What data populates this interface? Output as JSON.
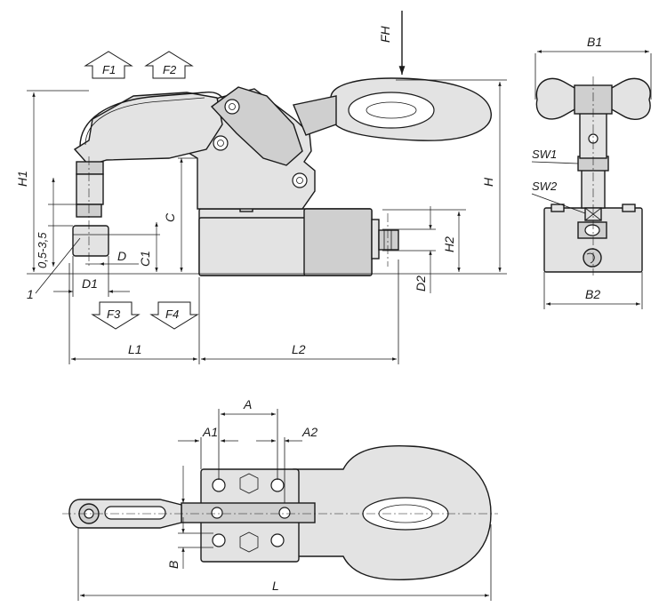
{
  "labels": {
    "force_arrows": {
      "f1": "F1",
      "f2": "F2",
      "f3": "F3",
      "f4": "F4"
    },
    "holding_force": "FH",
    "dimensions": {
      "h1": "H1",
      "h": "H",
      "h2": "H2",
      "c": "C",
      "c1": "C1",
      "d": "D",
      "d1": "D1",
      "d2": "D2",
      "stroke_range": "0,5-3,5",
      "l1": "L1",
      "l2": "L2",
      "l": "L",
      "b1": "B1",
      "b2": "B2",
      "b": "B",
      "a": "A",
      "a1": "A1",
      "a2": "A2",
      "sw1": "SW1",
      "sw2": "SW2"
    },
    "callout_1": "1"
  },
  "colors": {
    "part_fill": "#e3e3e3",
    "line": "#1a1a1a",
    "background": "#ffffff"
  }
}
